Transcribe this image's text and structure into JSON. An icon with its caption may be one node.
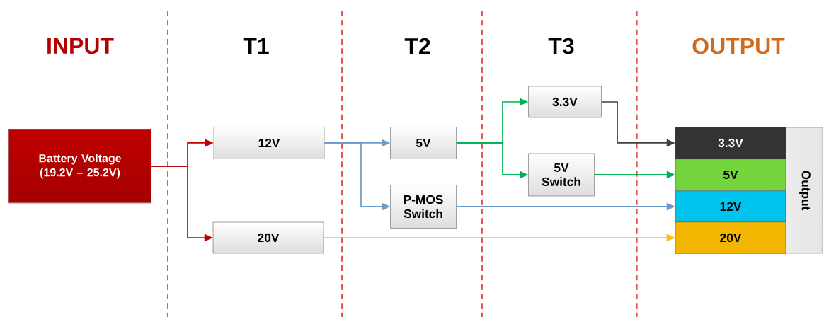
{
  "diagram": {
    "nodes": [
      {
        "text": [
          "Battery Voltage (19.2V – 25.2V)"
        ]
      },
      {
        "text": [
          "12V"
        ]
      },
      {
        "text": [
          "20V"
        ]
      },
      {
        "text": [
          "5V"
        ]
      },
      {
        "text": [
          "P-MOS Switch"
        ]
      },
      {
        "text": [
          "3.3V"
        ]
      },
      {
        "text": [
          "5V Switch"
        ]
      },
      {
        "text": [
          "Output"
        ]
      },
      {
        "text": [
          "3.3V"
        ],
        "in": 7
      },
      {
        "text": [
          "5V"
        ],
        "in": 7
      },
      {
        "text": [
          "12V"
        ],
        "in": 7
      },
      {
        "text": [
          "20V"
        ],
        "in": 7
      }
    ],
    "edges": [
      {
        "from": 0,
        "to": 1,
        "arrow": "to",
        "color": "#c00000"
      },
      {
        "from": 0,
        "to": 2,
        "arrow": "to",
        "color": "#c00000"
      },
      {
        "from": 1,
        "to": 3,
        "arrow": "to",
        "color": "#6b9bc9"
      },
      {
        "from": 1,
        "to": 4,
        "arrow": "to",
        "color": "#6b9bc9"
      },
      {
        "from": 3,
        "to": 5,
        "arrow": "to",
        "color": "#00b050"
      },
      {
        "from": 3,
        "to": 6,
        "arrow": "to",
        "color": "#00b050"
      },
      {
        "from": 5,
        "to": 8,
        "arrow": "to",
        "color": "#404040"
      },
      {
        "from": 6,
        "to": 9,
        "arrow": "to",
        "color": "#00b050"
      },
      {
        "from": 4,
        "to": 10,
        "arrow": "to",
        "color": "#6b9bc9"
      },
      {
        "from": 2,
        "to": 11,
        "arrow": "to",
        "color": "#ffc000"
      }
    ],
    "labels": [
      "INPUT",
      "T1",
      "T2",
      "T3",
      "OUTPUT"
    ]
  }
}
